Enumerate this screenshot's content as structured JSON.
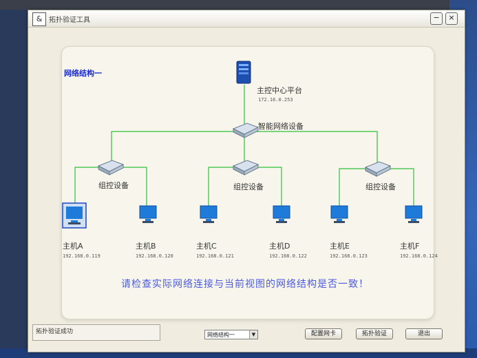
{
  "window": {
    "title": "拓扑验证工具",
    "app_icon_glyph": "&",
    "minimize_glyph": "−",
    "close_glyph": "×"
  },
  "panel": {
    "title": "网络结构一"
  },
  "server": {
    "label": "主控中心平台",
    "ip": "172.16.0.253"
  },
  "core_switch": {
    "label": "智能网络设备"
  },
  "groups": [
    {
      "label": "组控设备"
    },
    {
      "label": "组控设备"
    },
    {
      "label": "组控设备"
    }
  ],
  "hosts": [
    {
      "label": "主机A",
      "ip": "192.168.0.119"
    },
    {
      "label": "主机B",
      "ip": "192.168.0.120"
    },
    {
      "label": "主机C",
      "ip": "192.168.0.121"
    },
    {
      "label": "主机D",
      "ip": "192.168.0.122"
    },
    {
      "label": "主机E",
      "ip": "192.168.0.123"
    },
    {
      "label": "主机F",
      "ip": "192.168.0.124"
    }
  ],
  "notice": "请检查实际网络连接与当前视图的网络结构是否一致！",
  "status": {
    "text": "拓扑验证成功"
  },
  "controls": {
    "structure_select_value": "网络结构一",
    "config_button": "配置网卡",
    "verify_button": "拓扑验证",
    "exit_button": "退出"
  },
  "colors": {
    "link_green": "#2fbf3a",
    "link_gray": "#8a8a8a",
    "panel_title_blue": "#1a2bd0",
    "notice_blue": "#4a5ae0",
    "monitor_blue": "#1e7bd9"
  }
}
